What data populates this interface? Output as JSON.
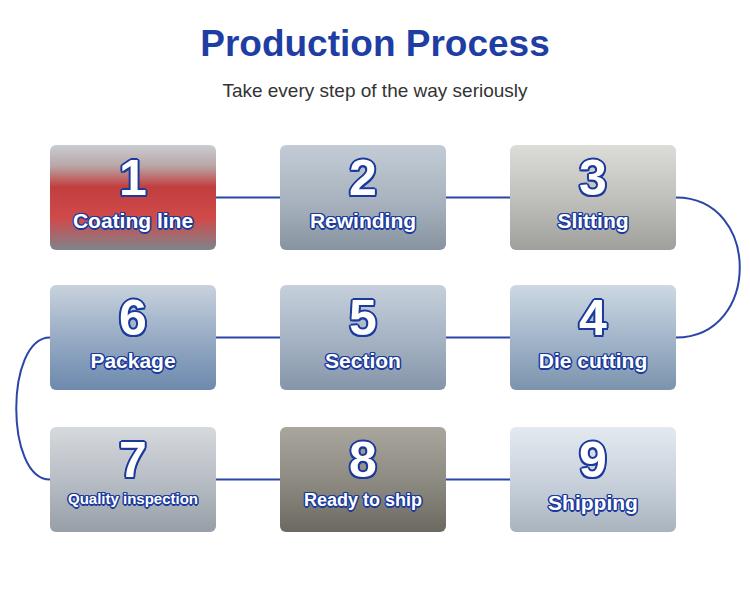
{
  "diagram": {
    "title": "Production Process",
    "nodes": [
      {
        "text": [
          "1",
          "Coating line"
        ]
      },
      {
        "text": [
          "2",
          "Rewinding"
        ]
      },
      {
        "text": [
          "3",
          "Slitting"
        ]
      },
      {
        "text": [
          "4",
          "Die cutting"
        ]
      },
      {
        "text": [
          "5",
          "Section"
        ]
      },
      {
        "text": [
          "6",
          "Package"
        ]
      },
      {
        "text": [
          "7",
          "Quality inspection"
        ]
      },
      {
        "text": [
          "8",
          "Ready to ship"
        ]
      },
      {
        "text": [
          "9",
          "Shipping"
        ]
      }
    ],
    "edges": [
      {
        "from": 0,
        "to": 1,
        "arrow": "none"
      },
      {
        "from": 1,
        "to": 2,
        "arrow": "none"
      },
      {
        "from": 2,
        "to": 3,
        "arrow": "none"
      },
      {
        "from": 3,
        "to": 4,
        "arrow": "none"
      },
      {
        "from": 4,
        "to": 5,
        "arrow": "none"
      },
      {
        "from": 5,
        "to": 6,
        "arrow": "none"
      },
      {
        "from": 6,
        "to": 7,
        "arrow": "none"
      },
      {
        "from": 7,
        "to": 8,
        "arrow": "none"
      }
    ],
    "labels": [
      "Take every step of the way seriously"
    ]
  }
}
